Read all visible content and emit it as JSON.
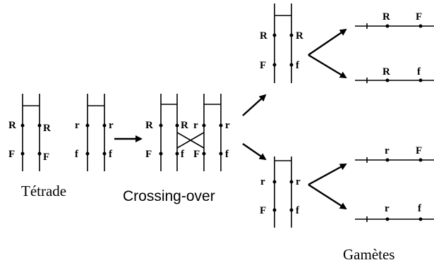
{
  "labels": {
    "tetrade": "Tétrade",
    "crossing_over": "Crossing-over",
    "gametes": "Gamètes"
  },
  "alleles": {
    "R": "R",
    "r": "r",
    "F": "F",
    "f": "f"
  }
}
